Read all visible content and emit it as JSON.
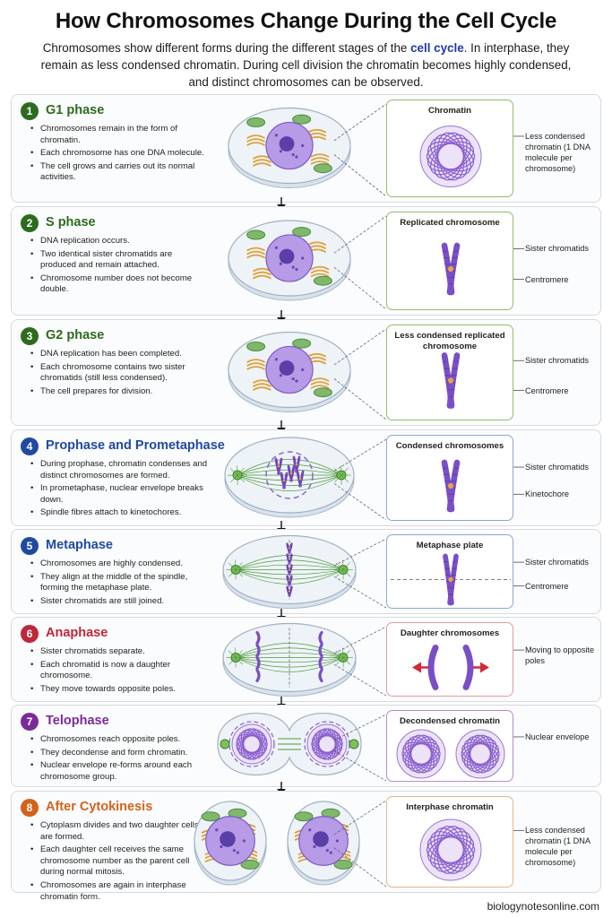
{
  "title": "How Chromosomes Change During the Cell Cycle",
  "intro": {
    "before": "Chromosomes show different forms during the different stages of the ",
    "highlight": "cell cycle",
    "after": ". In interphase, they remain as less condensed chromatin. During cell division the chromatin becomes highly condensed, and distinct chromosomes can be observed."
  },
  "colors": {
    "green": "#2e6b1f",
    "blue": "#1f4aa0",
    "red": "#c0273a",
    "purple": "#7a2a9a",
    "orange": "#d4621a",
    "chromosome": "#7a4fc6",
    "spindle": "#4f9a3a"
  },
  "phases": [
    {
      "number": "1",
      "name": "G1 phase",
      "color": "#2e6b1f",
      "border": "#8fbf6a",
      "bullets": [
        "Chromosomes remain in the form of chromatin.",
        "Each chromosome has one DNA molecule.",
        "The cell grows and carries out its normal activities."
      ],
      "zoom_title": "Chromatin",
      "labels": [
        "Less condensed chromatin (1 DNA molecule per chromosome)"
      ]
    },
    {
      "number": "2",
      "name": "S phase",
      "color": "#2e6b1f",
      "border": "#8fbf6a",
      "bullets": [
        "DNA replication occurs.",
        "Two identical sister chromatids are produced and remain attached.",
        "Chromosome number does not become double."
      ],
      "zoom_title": "Replicated chromosome",
      "labels": [
        "Sister chromatids",
        "Centromere"
      ]
    },
    {
      "number": "3",
      "name": "G2 phase",
      "color": "#2e6b1f",
      "border": "#8fbf6a",
      "bullets": [
        "DNA replication has been completed.",
        "Each chromosome contains two sister chromatids (still less condensed).",
        "The cell prepares for division."
      ],
      "zoom_title": "Less condensed replicated chromosome",
      "labels": [
        "Sister chromatids",
        "Centromere"
      ]
    },
    {
      "number": "4",
      "name": "Prophase and Prometaphase",
      "color": "#1f4aa0",
      "border": "#8aa6d8",
      "bullets": [
        "During prophase, chromatin condenses and distinct chromosomes are formed.",
        "In prometaphase, nuclear envelope breaks down.",
        "Spindle fibres attach to kinetochores."
      ],
      "zoom_title": "Condensed chromosomes",
      "labels": [
        "Sister chromatids",
        "Kinetochore"
      ]
    },
    {
      "number": "5",
      "name": "Metaphase",
      "color": "#1f4aa0",
      "border": "#8aa6d8",
      "bullets": [
        "Chromosomes are highly condensed.",
        "They align at the middle of the spindle, forming the metaphase plate.",
        "Sister chromatids are still joined."
      ],
      "zoom_title": "Metaphase plate",
      "labels": [
        "Sister chromatids",
        "Centromere"
      ]
    },
    {
      "number": "6",
      "name": "Anaphase",
      "color": "#c0273a",
      "border": "#e29aa3",
      "bullets": [
        "Sister chromatids separate.",
        "Each chromatid is now a daughter chromosome.",
        "They move towards opposite poles."
      ],
      "zoom_title": "Daughter chromosomes",
      "labels": [
        "Moving to opposite poles"
      ]
    },
    {
      "number": "7",
      "name": "Telophase",
      "color": "#7a2a9a",
      "border": "#b88ad0",
      "bullets": [
        "Chromosomes reach opposite poles.",
        "They decondense and form chromatin.",
        "Nuclear envelope re-forms around each chromosome group."
      ],
      "zoom_title": "Decondensed chromatin",
      "labels": [
        "Nuclear envelope"
      ]
    },
    {
      "number": "8",
      "name": "After Cytokinesis",
      "color": "#d4621a",
      "border": "#eab38a",
      "bullets": [
        "Cytoplasm divides and two daughter cells are formed.",
        "Each daughter cell receives the same chromosome number as the parent cell during normal mitosis.",
        "Chromosomes are again in interphase chromatin form."
      ],
      "zoom_title": "Interphase chromatin",
      "labels": [
        "Less condensed chromatin (1 DNA molecule per chromosome)"
      ]
    }
  ],
  "footer": "biologynotesonline.com"
}
